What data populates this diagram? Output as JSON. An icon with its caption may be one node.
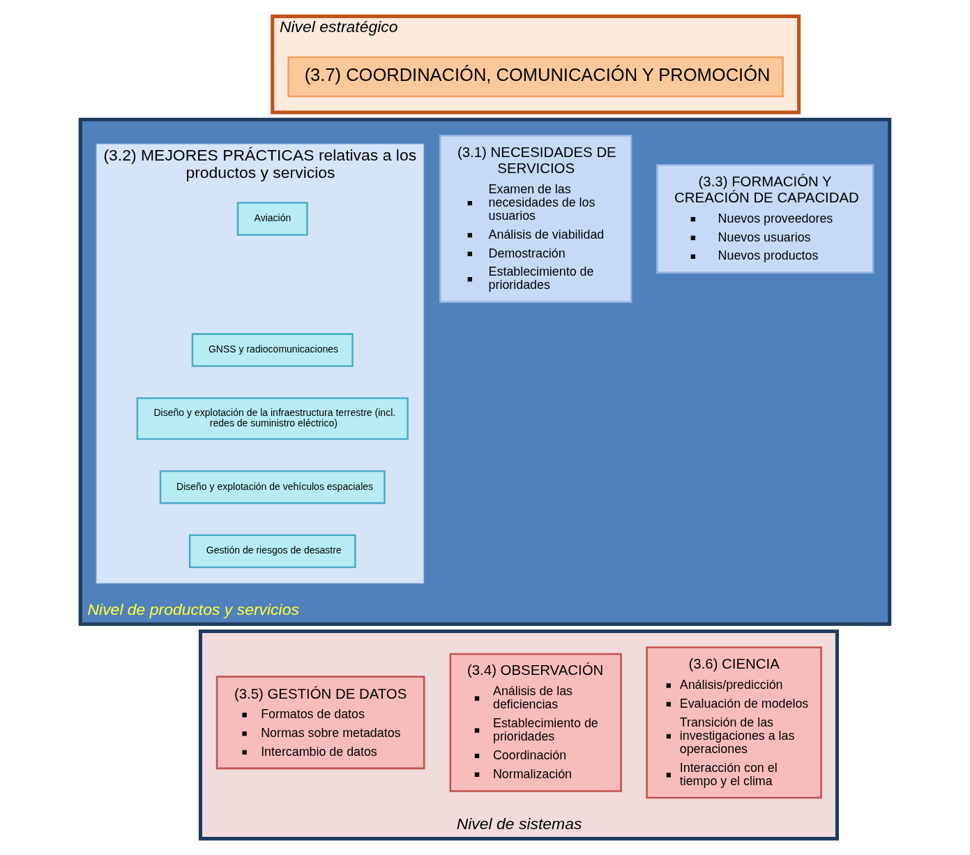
{
  "diagram": {
    "nodes": [
      {
        "text": [
          "Nivel estratégico"
        ]
      },
      {
        "text": [
          "(3.7) COORDINACIÓN, COMUNICACIÓN Y PROMOCIÓN"
        ],
        "in": 0
      },
      {
        "text": [
          "Nivel de productos y servicios"
        ]
      },
      {
        "text": [
          "(3.1) NECESIDADES DE SERVICIOS",
          "Examen de las necesidades de los usuarios",
          "Análisis de viabilidad",
          "Demostración",
          "Establecimiento de prioridades"
        ],
        "in": 2
      },
      {
        "text": [
          "(3.2) MEJORES PRÁCTICAS relativas a los productos y servicios"
        ],
        "in": 2
      },
      {
        "text": [
          "Aviación"
        ],
        "in": 4
      },
      {
        "text": [
          "GNSS y radiocomunicaciones"
        ],
        "in": 4
      },
      {
        "text": [
          "Diseño y explotación de la infraestructura terrestre (incl. redes de suministro eléctrico)"
        ],
        "in": 4
      },
      {
        "text": [
          "Diseño y explotación de vehículos espaciales"
        ],
        "in": 4
      },
      {
        "text": [
          "Gestión de riesgos de desastre"
        ],
        "in": 4
      },
      {
        "text": [
          "(3.3) FORMACIÓN Y CREACIÓN DE CAPACIDAD",
          "Nuevos proveedores",
          "Nuevos usuarios",
          "Nuevos productos"
        ],
        "in": 2
      },
      {
        "text": [
          "Nivel de sistemas"
        ]
      },
      {
        "text": [
          "(3.4) OBSERVACIÓN",
          "Análisis de las deficiencias",
          "Establecimiento de prioridades",
          "Coordinación",
          "Normalización"
        ],
        "in": 11
      },
      {
        "text": [
          "(3.5) GESTIÓN DE DATOS",
          "Formatos de datos",
          "Normas sobre metadatos",
          "Intercambio de datos"
        ],
        "in": 11
      },
      {
        "text": [
          "(3.6) CIENCIA",
          "Análisis/predicción",
          "Evaluación de modelos",
          "Transición de las investigaciones a las operaciones",
          "Interacción con el tiempo y el clima"
        ],
        "in": 11
      }
    ],
    "edges": []
  }
}
